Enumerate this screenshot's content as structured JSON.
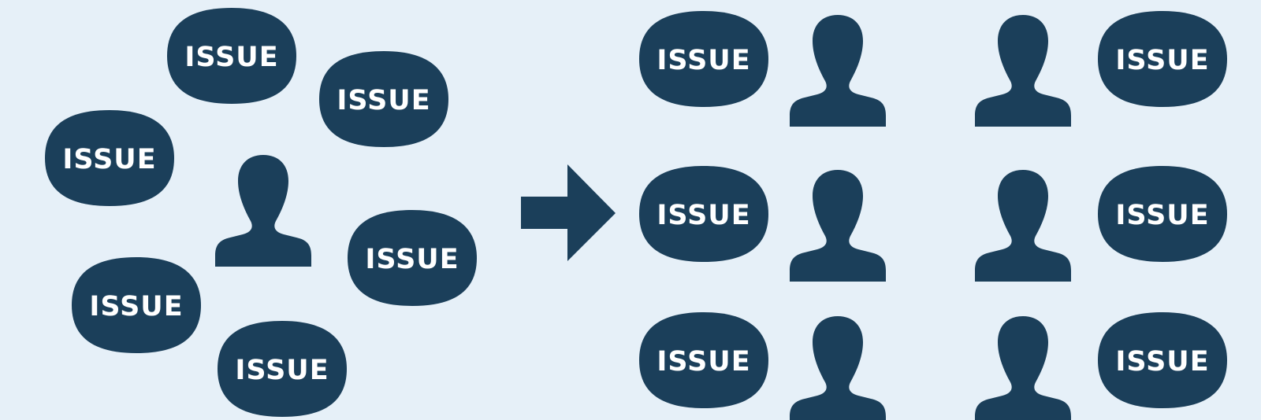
{
  "colors": {
    "background": "#e6f0f8",
    "shape_fill": "#1b3f5a",
    "text": "#ffffff"
  },
  "issue_label": "ISSUE",
  "left_group": {
    "issue_count": 6,
    "person_count": 1
  },
  "arrow": {
    "icon": "right-arrow-icon",
    "direction": "right"
  },
  "right_group": {
    "rows": 3,
    "pairs_per_row": 2,
    "pair_pattern": [
      "issue",
      "person",
      "person",
      "issue"
    ]
  }
}
